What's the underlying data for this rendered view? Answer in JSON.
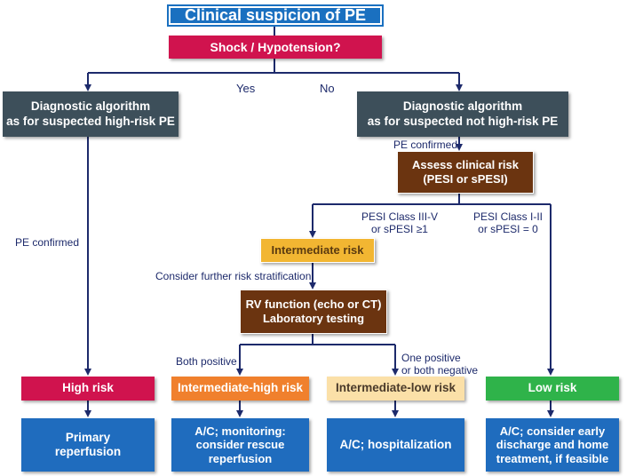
{
  "title": "Clinical suspicion of PE",
  "shock": "Shock / Hypotension?",
  "yes": "Yes",
  "no": "No",
  "diag_high": [
    "Diagnostic algorithm",
    "as for suspected high-risk PE"
  ],
  "diag_not_high": [
    "Diagnostic algorithm",
    "as for suspected not high-risk PE"
  ],
  "pe_confirmed_right": "PE confirmed",
  "pe_confirmed_left": "PE confirmed",
  "assess": [
    "Assess clinical risk",
    "(PESI or sPESI)"
  ],
  "pesi_3_5": [
    "PESI Class III-V",
    "or sPESI ≥1"
  ],
  "pesi_1_2": [
    "PESI Class I-II",
    "or sPESI = 0"
  ],
  "intermediate": "Intermediate risk",
  "consider_strat": "Consider further risk stratification",
  "rv": [
    "RV function (echo or CT)",
    "Laboratory testing"
  ],
  "both_positive": "Both positive",
  "one_positive": [
    "One positive",
    "or both negative"
  ],
  "risk": {
    "high": "High risk",
    "int_high": "Intermediate-high risk",
    "int_low": "Intermediate-low risk",
    "low": "Low risk"
  },
  "action": {
    "high": [
      "Primary",
      "reperfusion"
    ],
    "int_high": [
      "A/C; monitoring:",
      "consider rescue",
      "reperfusion"
    ],
    "int_low": [
      "A/C; hospitalization"
    ],
    "low": [
      "A/C; consider early",
      "discharge and home",
      "treatment, if feasible"
    ]
  },
  "colors": {
    "title_blue": "#1a70c0",
    "shock_red": "#d0134e",
    "slate": "#3d4f5a",
    "brown": "#6b3410",
    "intermediate_orange": "#f2b632",
    "int_high_orange": "#f0802d",
    "int_low_cream": "#fbe0a8",
    "low_green": "#2fb34a",
    "action_blue": "#1f6cbe",
    "arrow_navy": "#1d2a6b"
  }
}
